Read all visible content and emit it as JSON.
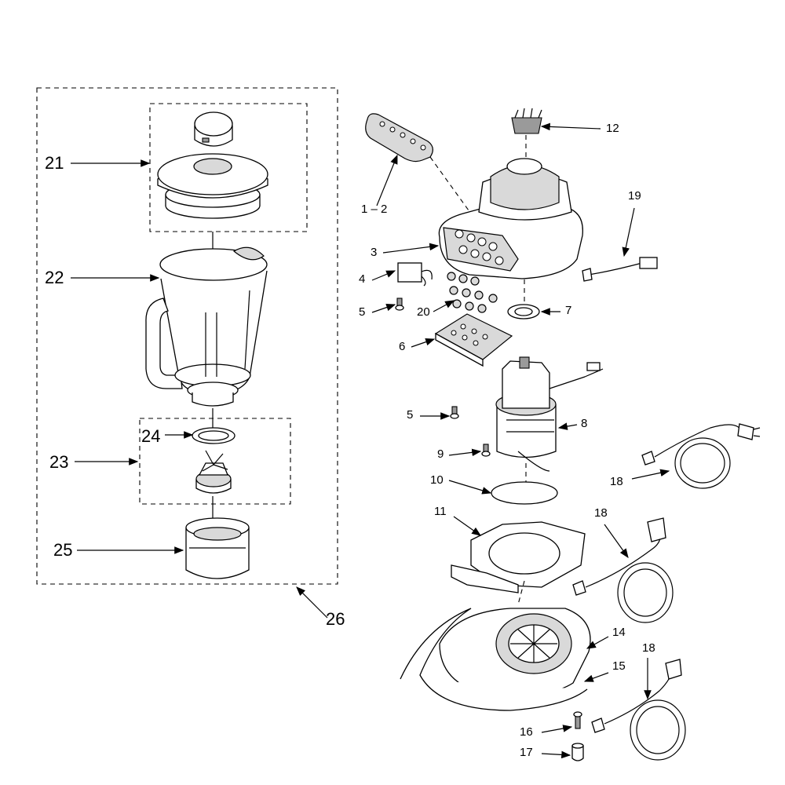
{
  "callouts": {
    "c1_2": "1 – 2",
    "c3": "3",
    "c4": "4",
    "c5a": "5",
    "c5b": "5",
    "c6": "6",
    "c7": "7",
    "c8": "8",
    "c9": "9",
    "c10": "10",
    "c11": "11",
    "c12": "12",
    "c14": "14",
    "c15": "15",
    "c16": "16",
    "c17": "17",
    "c18a": "18",
    "c18b": "18",
    "c18c": "18",
    "c19": "19",
    "c20": "20",
    "c21": "21",
    "c22": "22",
    "c23": "23",
    "c24": "24",
    "c25": "25",
    "c26": "26"
  }
}
